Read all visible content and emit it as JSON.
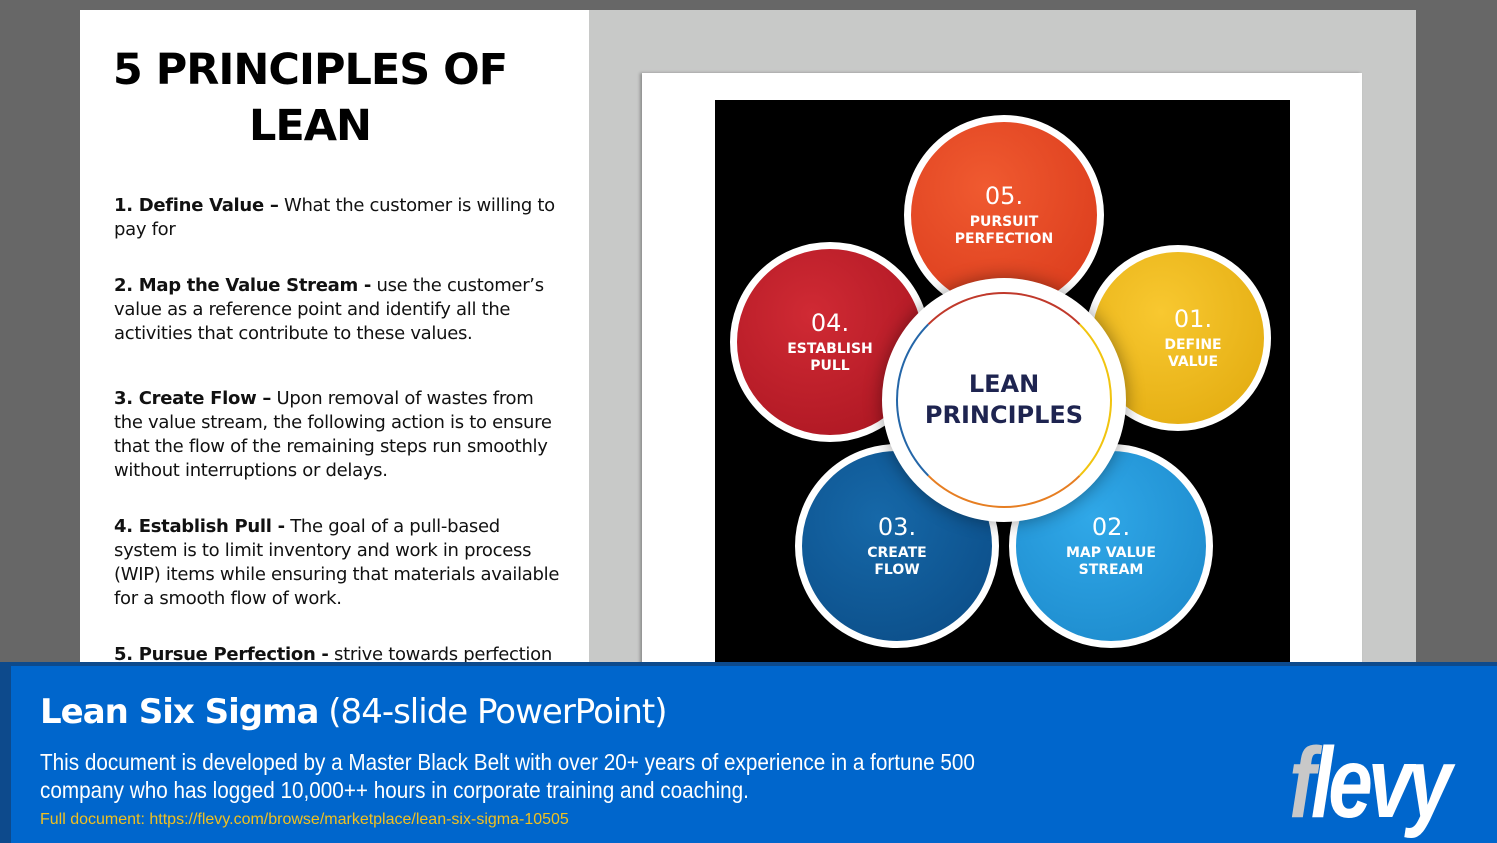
{
  "slide": {
    "title": "5 PRINCIPLES OF LEAN",
    "principles": [
      {
        "head": "1. Define Value –",
        "text": " What the customer is willing to pay for"
      },
      {
        "head": "2. Map the Value Stream -",
        "text": " use the customer’s value as a reference point and identify all the activities that contribute to these values."
      },
      {
        "head": "3. Create Flow –",
        "text": " Upon removal of wastes from the value stream, the following action is to ensure that the flow of the remaining steps run smoothly without interruptions or delays."
      },
      {
        "head": "4. Establish Pull -",
        "text": " The goal of a pull-based system is to limit inventory and work in process (WIP) items while ensuring that materials available for a smooth flow of work."
      },
      {
        "head": "5. Pursue Perfection -",
        "text": " strive towards perfection"
      }
    ],
    "diagram": {
      "center": [
        "LEAN",
        "PRINCIPLES"
      ],
      "circles": [
        {
          "num": "05.",
          "label": "PURSUIT PERFECTION",
          "color": "#e8401e"
        },
        {
          "num": "04.",
          "label": "ESTABLISH PULL",
          "color": "#c01c28"
        },
        {
          "num": "01.",
          "label": "DEFINE VALUE",
          "color": "#f0b716"
        },
        {
          "num": "03.",
          "label": "CREATE FLOW",
          "color": "#0e5c9c"
        },
        {
          "num": "02.",
          "label": "MAP VALUE STREAM",
          "color": "#2496d8"
        }
      ]
    }
  },
  "footer": {
    "title_bold": "Lean Six Sigma",
    "title_rest": " (84-slide PowerPoint)",
    "description": "This document is developed by a Master Black Belt with over 20+ years of experience in a fortune 500 company who has logged 10,000++ hours in corporate training and coaching.",
    "link": "Full document: https://flevy.com/browse/marketplace/lean-six-sigma-10505",
    "logo_f": "f",
    "logo_rest": "levy",
    "bg_color": "#0066cc",
    "link_color": "#f0c020"
  }
}
